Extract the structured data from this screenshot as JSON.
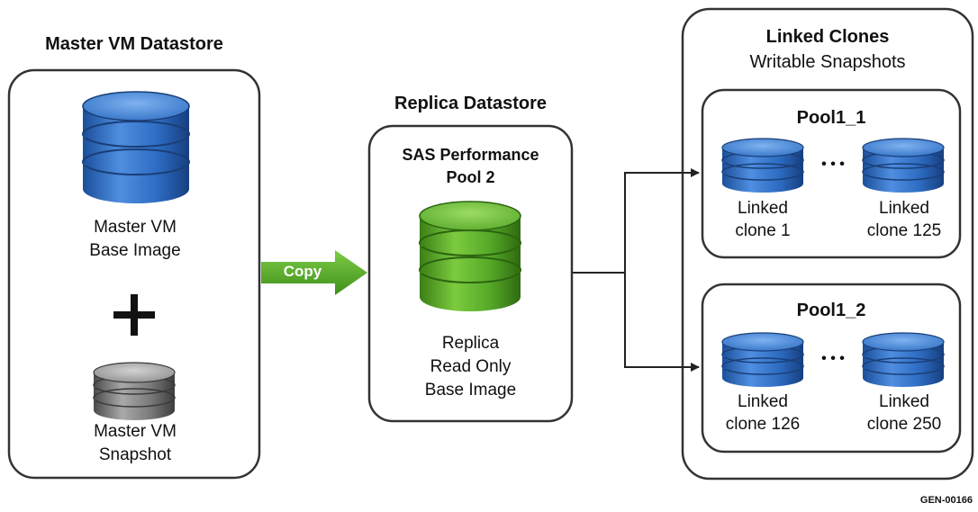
{
  "master_datastore": {
    "title": "Master VM Datastore",
    "base_image_label": "Master VM\nBase Image",
    "plus_symbol": "+",
    "snapshot_label": "Master VM\nSnapshot"
  },
  "copy_arrow": {
    "label": "Copy"
  },
  "replica_datastore": {
    "title": "Replica Datastore",
    "pool_label": "SAS Performance\nPool 2",
    "replica_label": "Replica\nRead Only\nBase Image"
  },
  "linked_clones": {
    "title": "Linked Clones",
    "subtitle": "Writable Snapshots",
    "pools": [
      {
        "name": "Pool1_1",
        "first_clone": "Linked\nclone 1",
        "last_clone": "Linked\nclone 125",
        "ellipsis": "• • •"
      },
      {
        "name": "Pool1_2",
        "first_clone": "Linked\nclone 126",
        "last_clone": "Linked\nclone 250",
        "ellipsis": "• • •"
      }
    ]
  },
  "figure_code": "GEN-00166",
  "colors": {
    "blue_disk": "#2e6fc4",
    "green_disk": "#5cae2e",
    "gray_disk": "#8a8a8a",
    "arrow_green": "#5fae35",
    "border": "#333333"
  }
}
